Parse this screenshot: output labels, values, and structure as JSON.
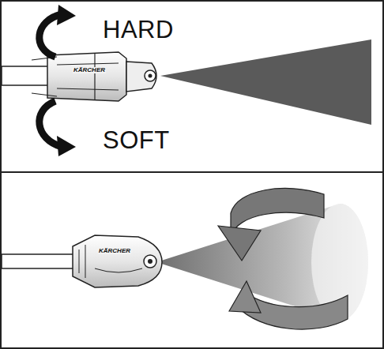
{
  "diagram": {
    "labels": [
      "HARD",
      "SOFT",
      "KÄRCHER",
      "KÄRCHER"
    ]
  }
}
